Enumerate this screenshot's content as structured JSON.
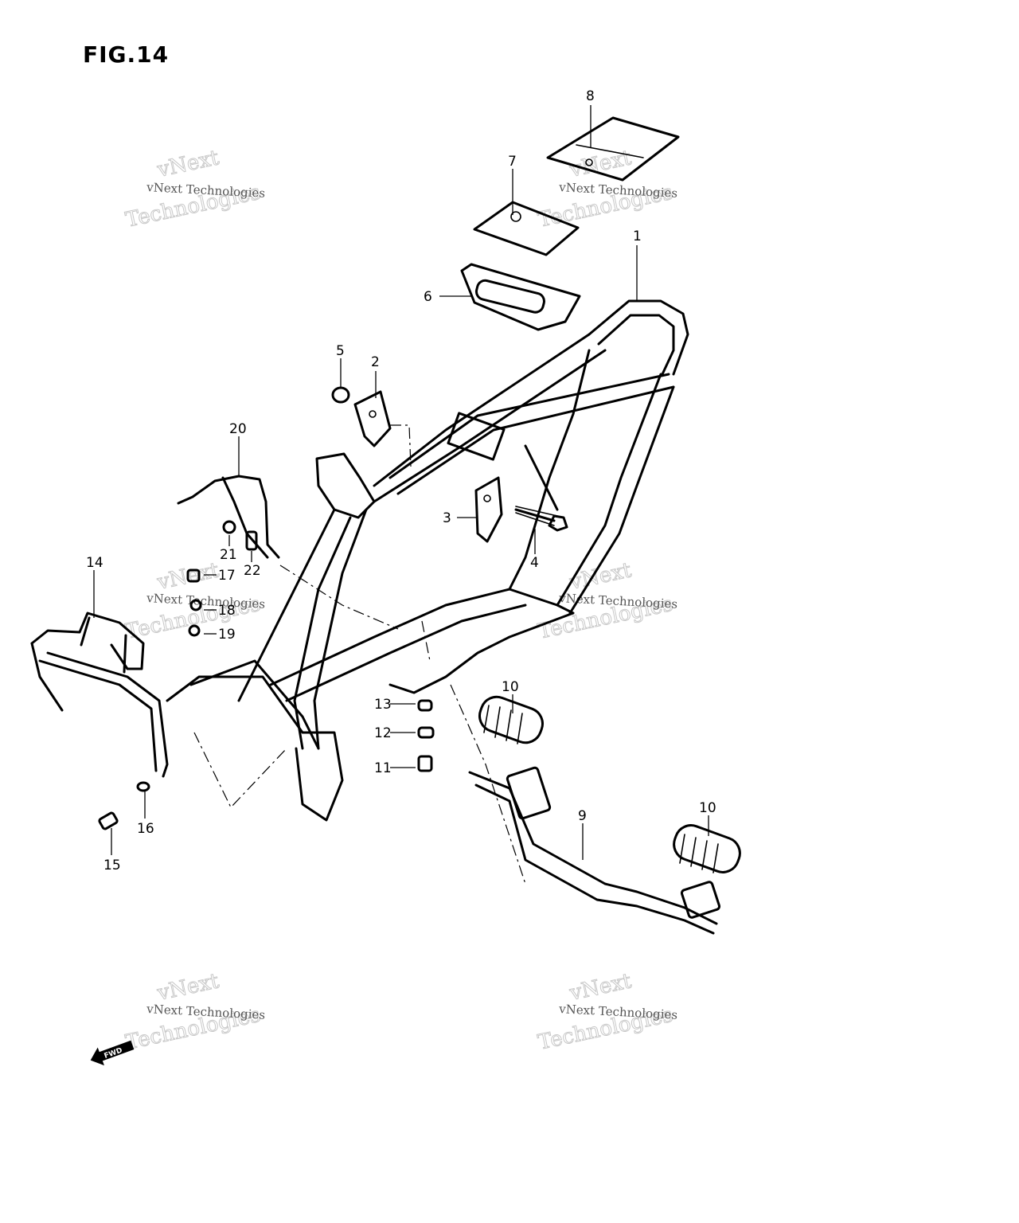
{
  "figure": {
    "title": "FIG.14",
    "fwd_label": "FWD"
  },
  "callouts": [
    "1",
    "2",
    "3",
    "4",
    "5",
    "6",
    "7",
    "8",
    "9",
    "10",
    "10",
    "11",
    "12",
    "13",
    "14",
    "15",
    "16",
    "17",
    "18",
    "19",
    "20",
    "21",
    "22"
  ],
  "watermark": {
    "line1": "vNext Technologies",
    "big1": "vNext",
    "big2": "Technologies"
  }
}
